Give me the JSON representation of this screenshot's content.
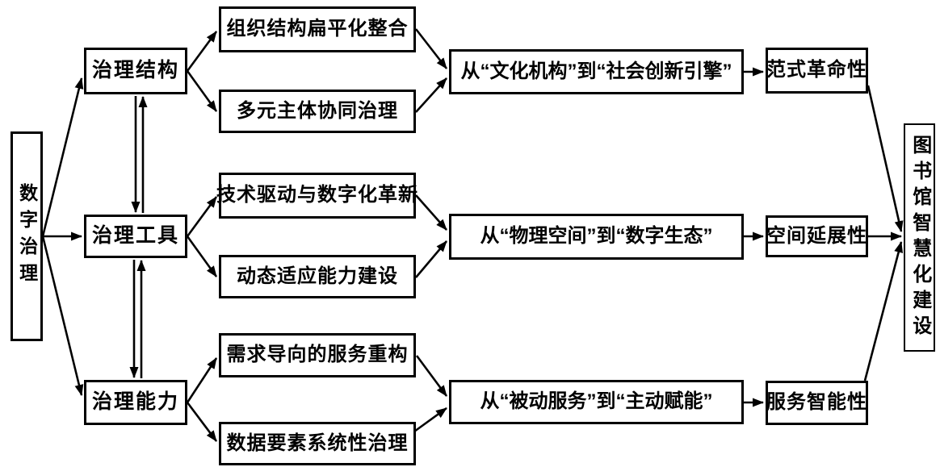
{
  "diagram": {
    "root": {
      "label": "数字治理"
    },
    "target": {
      "label": "图书馆智慧化建设"
    },
    "groups": [
      {
        "dimension": "治理结构",
        "factors": [
          "组织结构扁平化整合",
          "多元主体协同治理"
        ],
        "transition": "从“文化机构”到“社会创新引擎”",
        "attribute": "范式革命性"
      },
      {
        "dimension": "治理工具",
        "factors": [
          "技术驱动与数字化革新",
          "动态适应能力建设"
        ],
        "transition": "从“物理空间”到“数字生态”",
        "attribute": "空间延展性"
      },
      {
        "dimension": "治理能力",
        "factors": [
          "需求导向的服务重构",
          "数据要素系统性治理"
        ],
        "transition": "从“被动服务”到“主动赋能”",
        "attribute": "服务智能性"
      }
    ]
  }
}
